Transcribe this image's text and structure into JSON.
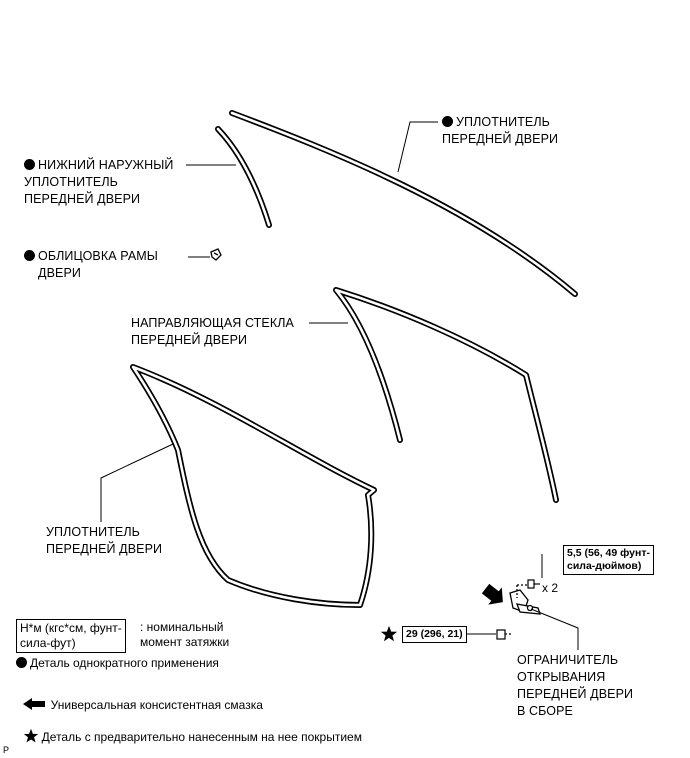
{
  "labels": {
    "front_door_weatherstrip_top": "УПЛОТНИТЕЛЬ\nПЕРЕДНЕЙ ДВЕРИ",
    "outer_lower_weatherstrip": "НИЖНИЙ НАРУЖНЫЙ\nУПЛОТНИТЕЛЬ\nПЕРЕДНЕЙ ДВЕРИ",
    "frame_garnish": "ОБЛИЦОВКА РАМЫ\nДВЕРИ",
    "glass_run": "НАПРАВЛЯЮЩАЯ СТЕКЛА\nПЕРЕДНЕЙ ДВЕРИ",
    "front_door_weatherstrip_bottom": "УПЛОТНИТЕЛЬ\nПЕРЕДНЕЙ ДВЕРИ",
    "door_check": "ОГРАНИЧИТЕЛЬ\nОТКРЫВАНИЯ\nПЕРЕДНЕЙ ДВЕРИ\nВ СБОРЕ"
  },
  "torque": {
    "bolt_small": "5,5 (56, 49 фунт-\nсила-дюймов)",
    "bolt_large": "29 (296, 21)",
    "quantity": "x 2"
  },
  "legend": {
    "units_box": "Н*м (кгс*см, фунт-\nсила-фут)",
    "units_desc": ": номинальный\nмомент затяжки",
    "single_use": "Деталь однократного применения",
    "grease": "Универсальная консистентная смазка",
    "precoated": "Деталь с предварительно нанесенным на нее покрытием"
  },
  "corner_code": "P"
}
